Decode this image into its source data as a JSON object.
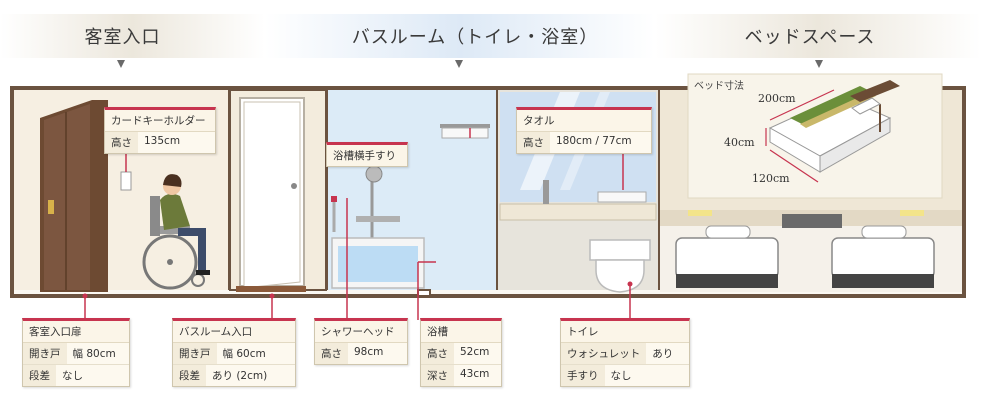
{
  "sections": {
    "entrance": "客室入口",
    "bathroom": "バスルーム（トイレ・浴室）",
    "bed": "ベッドスペース"
  },
  "labels": {
    "card_key": {
      "title": "カードキーホルダー",
      "rows": [
        {
          "k": "高さ",
          "v": "135cm"
        }
      ]
    },
    "towel": {
      "title": "タオル",
      "rows": [
        {
          "k": "高さ",
          "v": "180cm / 77cm"
        }
      ]
    },
    "handrail": {
      "title": "浴槽横手すり"
    },
    "room_door": {
      "title": "客室入口扉",
      "rows": [
        {
          "k": "開き戸",
          "v": "幅 80cm"
        },
        {
          "k": "段差",
          "v": "なし"
        }
      ]
    },
    "bath_entrance": {
      "title": "バスルーム入口",
      "rows": [
        {
          "k": "開き戸",
          "v": "幅 60cm"
        },
        {
          "k": "段差",
          "v": "あり (2cm)"
        }
      ]
    },
    "shower": {
      "title": "シャワーヘッド",
      "rows": [
        {
          "k": "高さ",
          "v": "98cm"
        }
      ]
    },
    "bathtub": {
      "title": "浴槽",
      "rows": [
        {
          "k": "高さ",
          "v": "52cm"
        },
        {
          "k": "深さ",
          "v": "43cm"
        }
      ]
    },
    "toilet": {
      "title": "トイレ",
      "rows": [
        {
          "k": "ウォシュレット",
          "v": "あり"
        },
        {
          "k": "手すり",
          "v": "なし"
        }
      ]
    }
  },
  "bed_dims": {
    "title": "ベッド寸法",
    "length": "200cm",
    "height": "40cm",
    "width": "120cm"
  },
  "colors": {
    "accent": "#c7344f",
    "wall": "#6b5340",
    "bath_blue": "#dcebf7",
    "beige": "#efe7d6"
  }
}
